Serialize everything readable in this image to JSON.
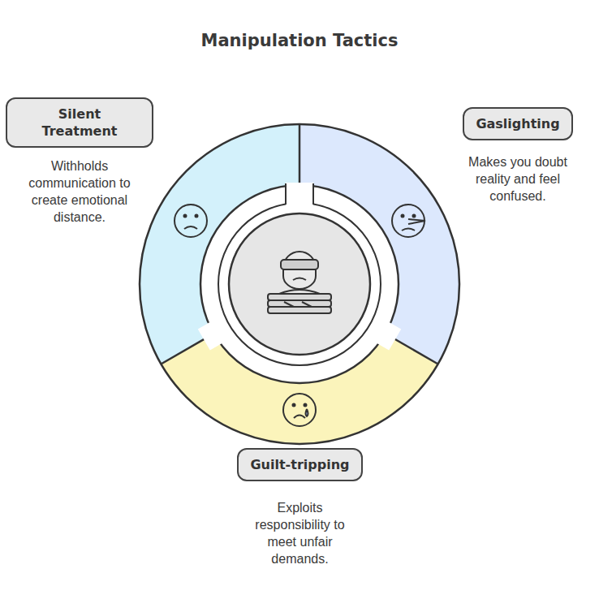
{
  "diagram": {
    "title": "Manipulation Tactics",
    "nodes": [
      {
        "text": [
          "Silent Treatment",
          "Withholds communication to create emotional distance."
        ]
      },
      {
        "text": [
          "Gaslighting",
          "Makes you doubt reality and feel confused."
        ]
      },
      {
        "text": [
          "Guilt-tripping",
          "Exploits responsibility to meet unfair demands."
        ]
      }
    ]
  }
}
